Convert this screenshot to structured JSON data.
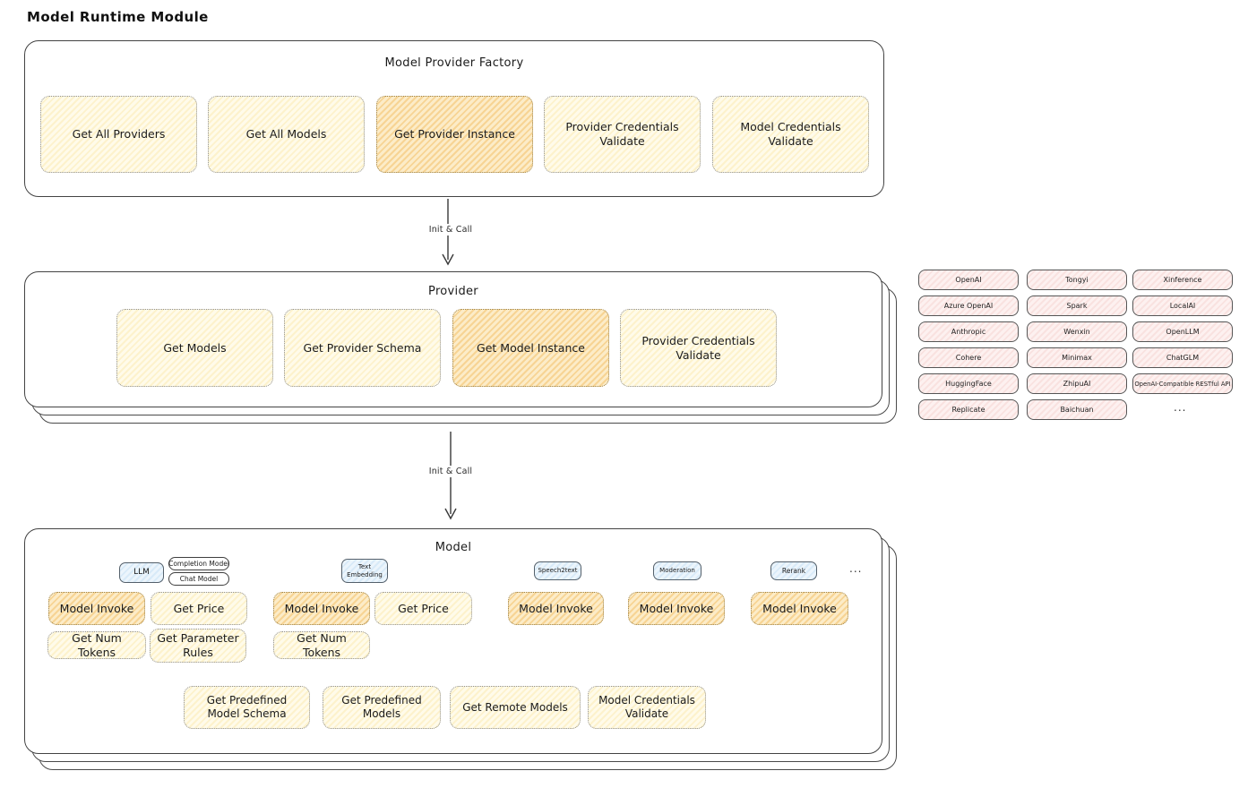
{
  "title": "Model Runtime Module",
  "arrows": {
    "label1": "Init & Call",
    "label2": "Init & Call"
  },
  "factory": {
    "title": "Model Provider Factory",
    "buttons": [
      {
        "label": "Get All Providers"
      },
      {
        "label": "Get All Models"
      },
      {
        "label": "Get Provider Instance"
      },
      {
        "label": "Provider Credentials Validate"
      },
      {
        "label": "Model Credentials Validate"
      }
    ]
  },
  "provider_box": {
    "title": "Provider",
    "buttons": [
      {
        "label": "Get Models"
      },
      {
        "label": "Get Provider Schema"
      },
      {
        "label": "Get Model Instance"
      },
      {
        "label": "Provider Credentials Validate"
      }
    ]
  },
  "providers": {
    "col1": [
      "OpenAI",
      "Azure OpenAI",
      "Anthropic",
      "Cohere",
      "HuggingFace",
      "Replicate"
    ],
    "col2": [
      "Tongyi",
      "Spark",
      "Wenxin",
      "Minimax",
      "ZhipuAI",
      "Baichuan"
    ],
    "col3": [
      "Xinference",
      "LocalAI",
      "OpenLLM",
      "ChatGLM",
      "OpenAI-Compatible RESTful API"
    ],
    "more": "..."
  },
  "model_box": {
    "title": "Model",
    "tabs": [
      "LLM",
      "Text Embedding",
      "Speech2text",
      "Moderation",
      "Rerank"
    ],
    "llm_subtags": [
      "Completion Model",
      "Chat Model"
    ],
    "tabs_more": "...",
    "llm_buttons": [
      "Model Invoke",
      "Get Price",
      "Get Num Tokens",
      "Get Parameter Rules"
    ],
    "embedding_buttons": [
      "Model Invoke",
      "Get Price",
      "Get Num Tokens"
    ],
    "speech_buttons": [
      "Model Invoke"
    ],
    "moderation_buttons": [
      "Model Invoke"
    ],
    "rerank_buttons": [
      "Model Invoke"
    ],
    "bottom_buttons": [
      "Get Predefined Model Schema",
      "Get Predefined Models",
      "Get Remote Models",
      "Model Credentials Validate"
    ]
  },
  "colors": {
    "action_yellow": "#fdf6dc",
    "action_highlight_orange": "#f9e0ae",
    "provider_pink": "#fbe9e8",
    "tab_blue": "#ddedf9",
    "box_border": "#3d3d3d",
    "text": "#1b1b1b"
  }
}
